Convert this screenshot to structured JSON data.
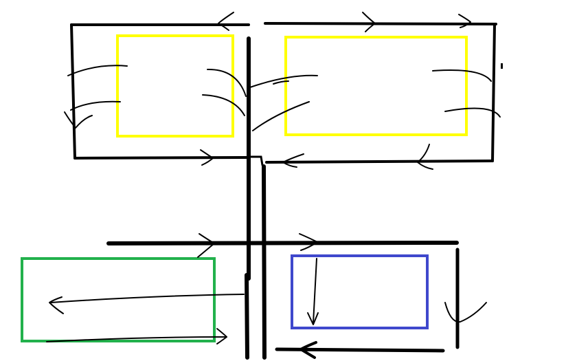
{
  "background": "#ffffff",
  "colors": {
    "ink": "#000000",
    "yellow_box": "#ffff00",
    "green_box": "#22b14c",
    "blue_box": "#3f48cc"
  },
  "boxes": [
    {
      "id": "yellow-box-left",
      "color_key": "yellow_box"
    },
    {
      "id": "yellow-box-right",
      "color_key": "yellow_box"
    },
    {
      "id": "green-box",
      "color_key": "green_box"
    },
    {
      "id": "blue-box",
      "color_key": "blue_box"
    }
  ]
}
